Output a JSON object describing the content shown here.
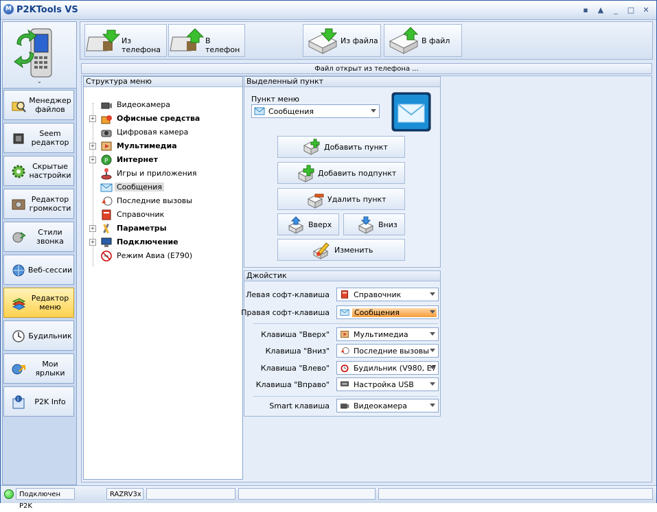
{
  "app": {
    "title": "P2KTools VS",
    "logo_letter": "M"
  },
  "window_controls": [
    "▪",
    "▲",
    "_",
    "□",
    "✕"
  ],
  "sidebar": {
    "phone_expand": "⌄",
    "items": [
      {
        "label": "Менеджер файлов",
        "icon": "folder-magnifier-icon"
      },
      {
        "label": "Seem редактор",
        "icon": "chip-icon"
      },
      {
        "label": "Скрытые настройки",
        "icon": "gear-icon"
      },
      {
        "label": "Редактор громкости",
        "icon": "speaker-icon"
      },
      {
        "label": "Стили звонка",
        "icon": "ringtone-icon"
      },
      {
        "label": "Веб-сессии",
        "icon": "globe-icon"
      },
      {
        "label": "Редактор меню",
        "icon": "menu-editor-icon",
        "active": true
      },
      {
        "label": "Будильник",
        "icon": "clock-icon"
      },
      {
        "label": "Мои ярлыки",
        "icon": "shortcut-icon"
      },
      {
        "label": "P2K Info",
        "icon": "info-icon"
      }
    ]
  },
  "toolbar": {
    "from_phone": "Из телефона",
    "to_phone": "В телефон",
    "from_file": "Из файла",
    "to_file": "В файл"
  },
  "status_line": "Файл открыт из телефона ...",
  "tree": {
    "header": "Структура меню",
    "items": [
      {
        "label": "Видеокамера",
        "bold": false,
        "expandable": false,
        "icon": "video-camera-icon"
      },
      {
        "label": "Офисные средства",
        "bold": true,
        "expandable": true,
        "icon": "office-icon"
      },
      {
        "label": "Цифровая камера",
        "bold": false,
        "expandable": false,
        "icon": "camera-icon"
      },
      {
        "label": "Мультимедиа",
        "bold": true,
        "expandable": true,
        "icon": "multimedia-icon"
      },
      {
        "label": "Интернет",
        "bold": true,
        "expandable": true,
        "icon": "internet-icon"
      },
      {
        "label": "Игры и приложения",
        "bold": false,
        "expandable": false,
        "icon": "joystick-icon"
      },
      {
        "label": "Сообщения",
        "bold": false,
        "expandable": false,
        "icon": "envelope-icon",
        "selected": true
      },
      {
        "label": "Последние вызовы",
        "bold": false,
        "expandable": false,
        "icon": "recent-calls-icon"
      },
      {
        "label": "Справочник",
        "bold": false,
        "expandable": false,
        "icon": "phonebook-icon"
      },
      {
        "label": "Параметры",
        "bold": true,
        "expandable": true,
        "icon": "settings-tools-icon"
      },
      {
        "label": "Подключение",
        "bold": true,
        "expandable": true,
        "icon": "connection-icon"
      },
      {
        "label": "Режим Авиа (E790)",
        "bold": false,
        "expandable": false,
        "icon": "airplane-mode-icon"
      }
    ]
  },
  "selected_item": {
    "header": "Выделенный пункт",
    "field_label": "Пункт меню",
    "field_value": "Сообщения",
    "buttons": {
      "add_item": "Добавить пункт",
      "add_subitem": "Добавить подпункт",
      "delete_item": "Удалить пункт",
      "up": "Вверх",
      "down": "Вниз",
      "edit": "Изменить"
    }
  },
  "joystick": {
    "header": "Джойстик",
    "rows": [
      {
        "label": "Левая софт-клавиша",
        "value": "Справочник",
        "icon": "phonebook-icon"
      },
      {
        "label": "Правая софт-клавиша",
        "value": "Сообщения",
        "icon": "envelope-icon",
        "highlighted": true
      },
      {
        "label": "Клавиша \"Вверх\"",
        "value": "Мультимедиа",
        "icon": "multimedia-icon"
      },
      {
        "label": "Клавиша \"Вниз\"",
        "value": "Последние вызовы",
        "icon": "recent-calls-icon"
      },
      {
        "label": "Клавиша \"Влево\"",
        "value": "Будильник (V980, E7",
        "icon": "alarm-icon"
      },
      {
        "label": "Клавиша \"Вправо\"",
        "value": "Настройка USB",
        "icon": "usb-icon"
      },
      {
        "label": "Smart клавиша",
        "value": "Видеокамера",
        "icon": "video-camera-icon"
      }
    ]
  },
  "statusbar": {
    "connection": "Подключен P2K",
    "model": "RAZRV3x",
    "connected_color": "#22c21a"
  }
}
